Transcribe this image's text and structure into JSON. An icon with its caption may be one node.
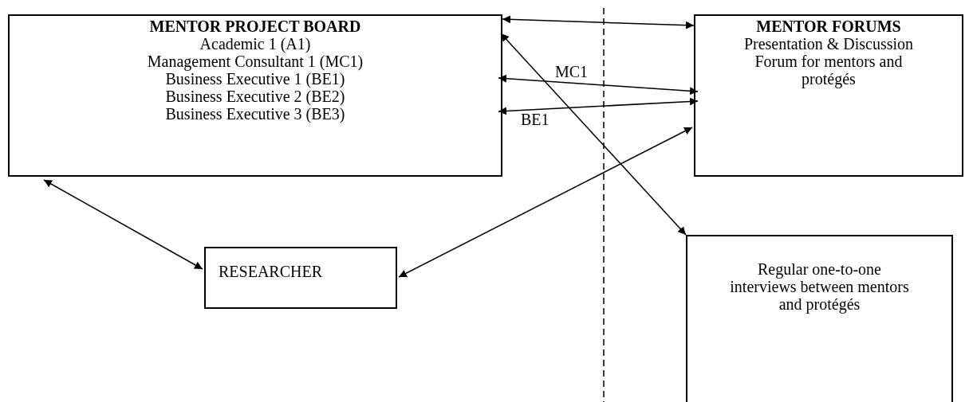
{
  "diagram": {
    "nodes": [
      {
        "text": [
          "MENTOR PROJECT BOARD",
          "Academic 1 (A1)",
          "Management Consultant 1 (MC1)",
          "Business Executive 1 (BE1)",
          "Business Executive 2 (BE2)",
          "Business Executive 3 (BE3)"
        ]
      },
      {
        "text": [
          "MENTOR FORUMS",
          "Presentation & Discussion Forum for mentors and protégés"
        ]
      },
      {
        "text": [
          "RESEARCHER"
        ]
      },
      {
        "text": [
          "Regular one-to-one interviews between mentors and protégés"
        ]
      }
    ],
    "edges": [
      {
        "from": 0,
        "to": 1,
        "arrow": "both"
      },
      {
        "from": 0,
        "to": 3,
        "arrow": "both"
      },
      {
        "from": 0,
        "to": 1,
        "arrow": "both",
        "label": "MC1"
      },
      {
        "from": 0,
        "to": 1,
        "arrow": "both",
        "label": "BE1"
      },
      {
        "from": 0,
        "to": 2,
        "arrow": "both"
      },
      {
        "from": 2,
        "to": 1,
        "arrow": "both"
      }
    ]
  }
}
